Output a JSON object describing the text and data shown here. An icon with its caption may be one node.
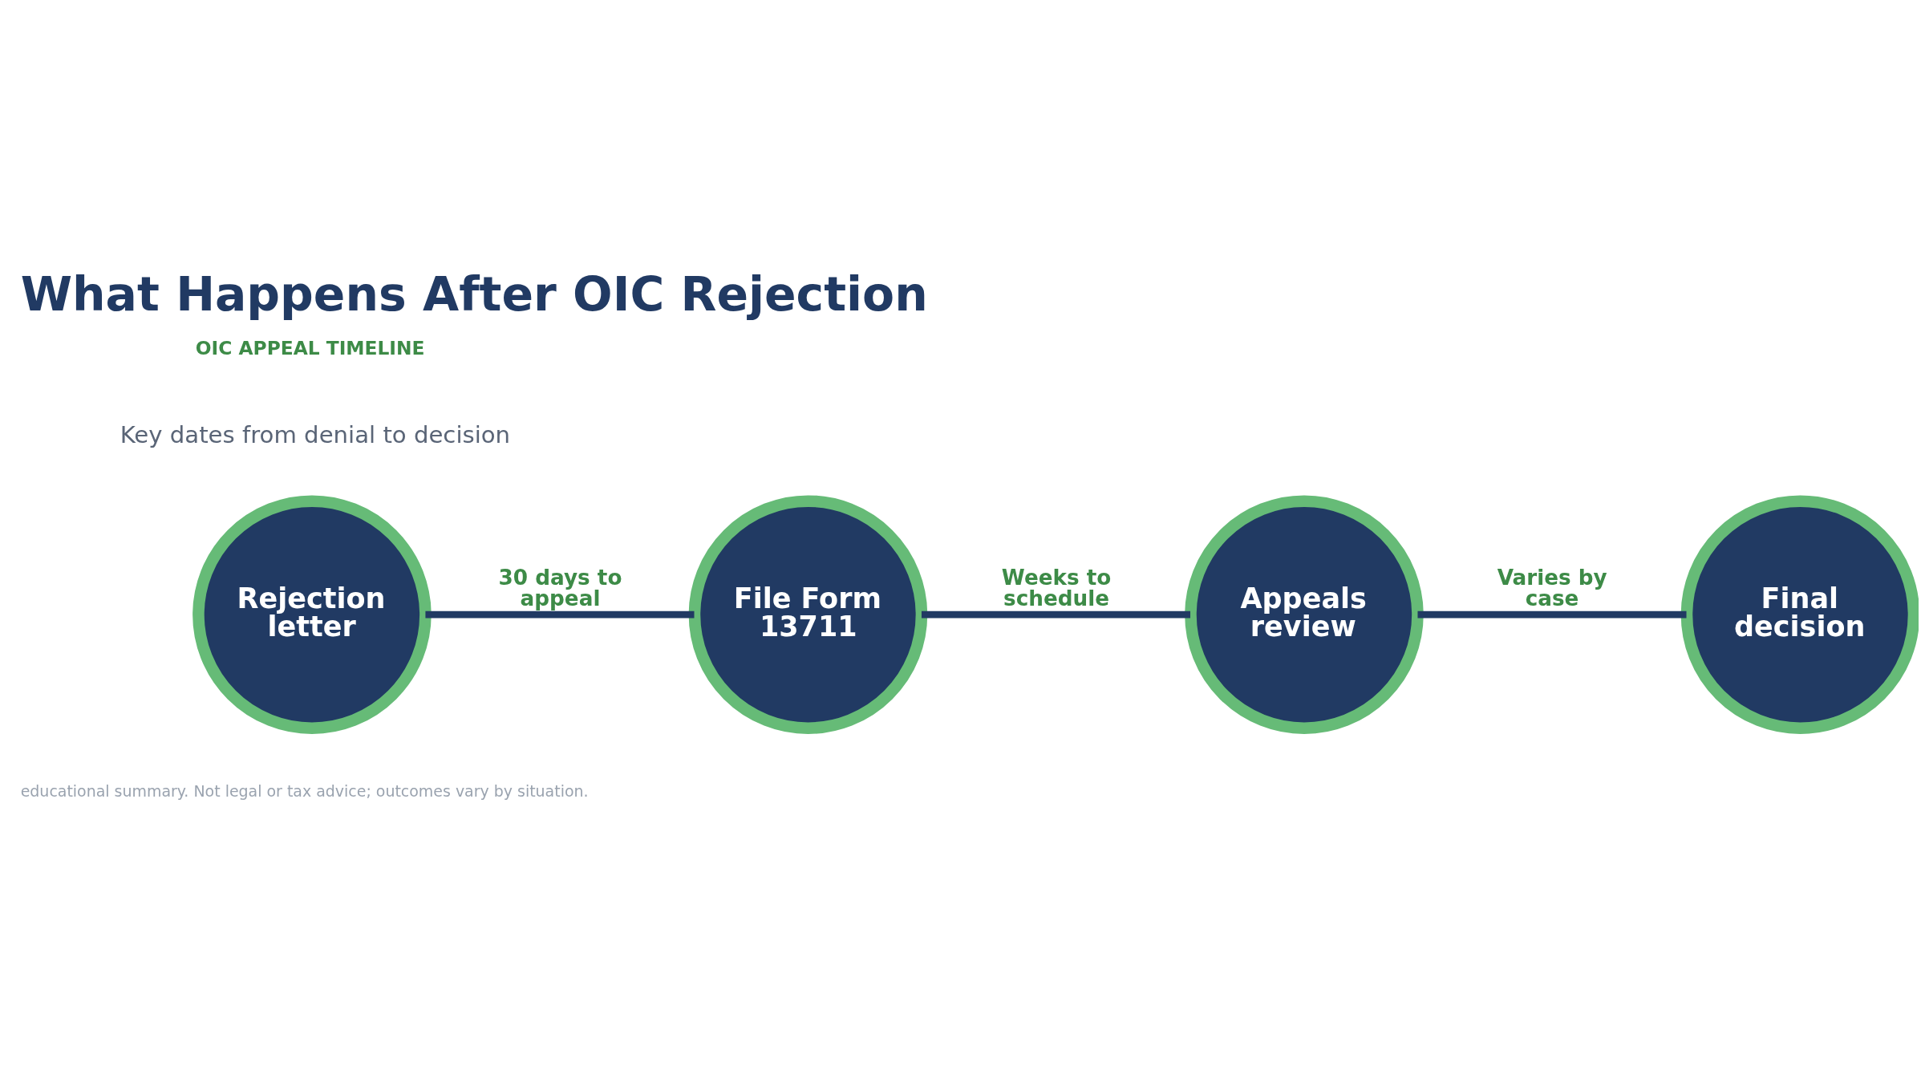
{
  "diagram": {
    "title": "What Happens After OIC Rejection",
    "nodes": [
      {
        "text": [
          "Rejection letter"
        ]
      },
      {
        "text": [
          "File Form 13711"
        ]
      },
      {
        "text": [
          "Appeals review"
        ]
      },
      {
        "text": [
          "Final decision"
        ]
      }
    ],
    "edges": [
      {
        "from": 0,
        "to": 1,
        "arrow": "none",
        "label": "30 days to appeal"
      },
      {
        "from": 1,
        "to": 2,
        "arrow": "none",
        "label": "Weeks to schedule"
      },
      {
        "from": 2,
        "to": 3,
        "arrow": "none",
        "label": "Varies by case"
      }
    ],
    "labels": [
      "OIC APPEAL TIMELINE",
      "Key dates from denial to decision",
      "educational summary. Not legal or tax advice; outcomes vary by situation."
    ]
  }
}
